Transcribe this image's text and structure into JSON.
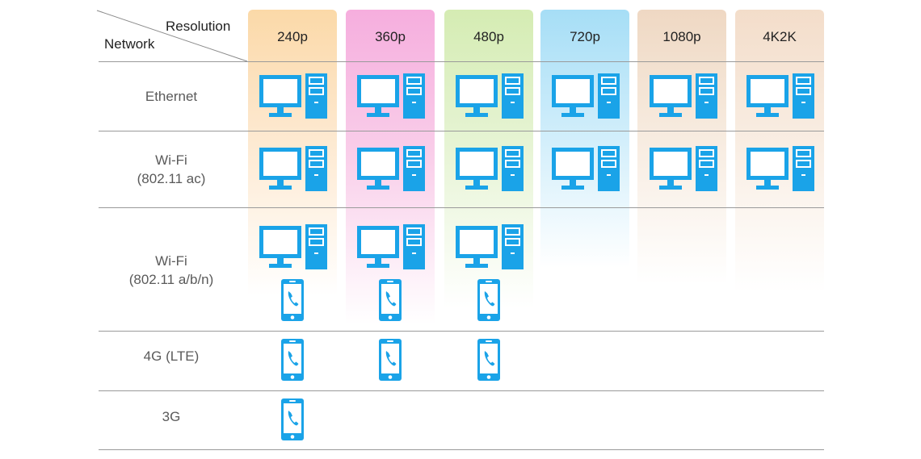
{
  "header": {
    "corner_top": "Resolution",
    "corner_bottom": "Network"
  },
  "colors": {
    "device_blue": "#1aa3e8",
    "gridline": "#9a9a9a",
    "column_240p": "#fbd9a8",
    "column_360p": "#f6aede",
    "column_480p": "#d5ecb3",
    "column_720p": "#a6def6",
    "column_1080p": "#efd8c3",
    "column_4K2K": "#f3ddca"
  },
  "columns": [
    {
      "label": "240p"
    },
    {
      "label": "360p"
    },
    {
      "label": "480p"
    },
    {
      "label": "720p"
    },
    {
      "label": "1080p"
    },
    {
      "label": "4K2K"
    }
  ],
  "rows": [
    {
      "label_lines": [
        "Ethernet"
      ],
      "pc": [
        true,
        true,
        true,
        true,
        true,
        true
      ],
      "phone": [
        false,
        false,
        false,
        false,
        false,
        false
      ]
    },
    {
      "label_lines": [
        "Wi-Fi",
        "(802.11 ac)"
      ],
      "pc": [
        true,
        true,
        true,
        true,
        true,
        true
      ],
      "phone": [
        false,
        false,
        false,
        false,
        false,
        false
      ]
    },
    {
      "label_lines": [
        "Wi-Fi",
        "(802.11 a/b/n)"
      ],
      "pc": [
        true,
        true,
        true,
        false,
        false,
        false
      ],
      "phone": [
        true,
        true,
        true,
        false,
        false,
        false
      ]
    },
    {
      "label_lines": [
        "4G (LTE)"
      ],
      "pc": [
        false,
        false,
        false,
        false,
        false,
        false
      ],
      "phone": [
        true,
        true,
        true,
        false,
        false,
        false
      ]
    },
    {
      "label_lines": [
        "3G"
      ],
      "pc": [
        false,
        false,
        false,
        false,
        false,
        false
      ],
      "phone": [
        true,
        false,
        false,
        false,
        false,
        false
      ]
    }
  ]
}
